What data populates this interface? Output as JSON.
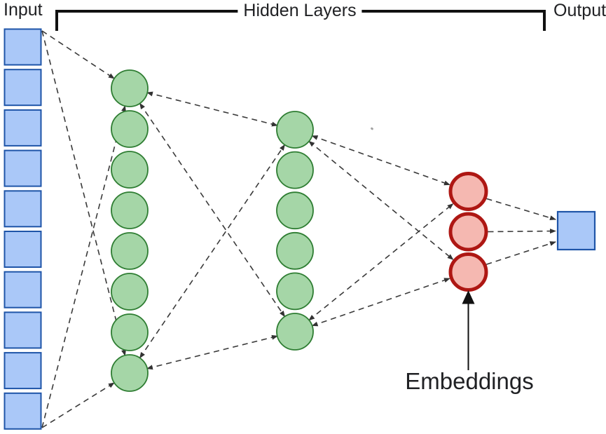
{
  "labels": {
    "input": "Input",
    "hidden_layers": "Hidden Layers",
    "output": "Output",
    "embeddings": "Embeddings"
  },
  "diagram": {
    "type": "neural-network-autoencoder-with-embedding-layer",
    "connection_style": "dashed-arrows",
    "layers": [
      {
        "name": "input",
        "shape": "square",
        "count": 10,
        "fill": "#aac8f8",
        "stroke": "#1f55a8"
      },
      {
        "name": "hidden-1",
        "shape": "circle",
        "count": 8,
        "fill": "#a5d6a7",
        "stroke": "#2e7d32"
      },
      {
        "name": "hidden-2",
        "shape": "circle",
        "count": 6,
        "fill": "#a5d6a7",
        "stroke": "#2e7d32"
      },
      {
        "name": "embeddings",
        "shape": "circle",
        "count": 3,
        "fill": "#f5b8b1",
        "stroke": "#ae1713"
      },
      {
        "name": "output",
        "shape": "square",
        "count": 1,
        "fill": "#aac8f8",
        "stroke": "#1f55a8"
      }
    ],
    "colors": {
      "connection_line": "#3a3a3a",
      "bracket": "#111111",
      "annotation_arrow": "#111111",
      "text": "#202124"
    }
  }
}
